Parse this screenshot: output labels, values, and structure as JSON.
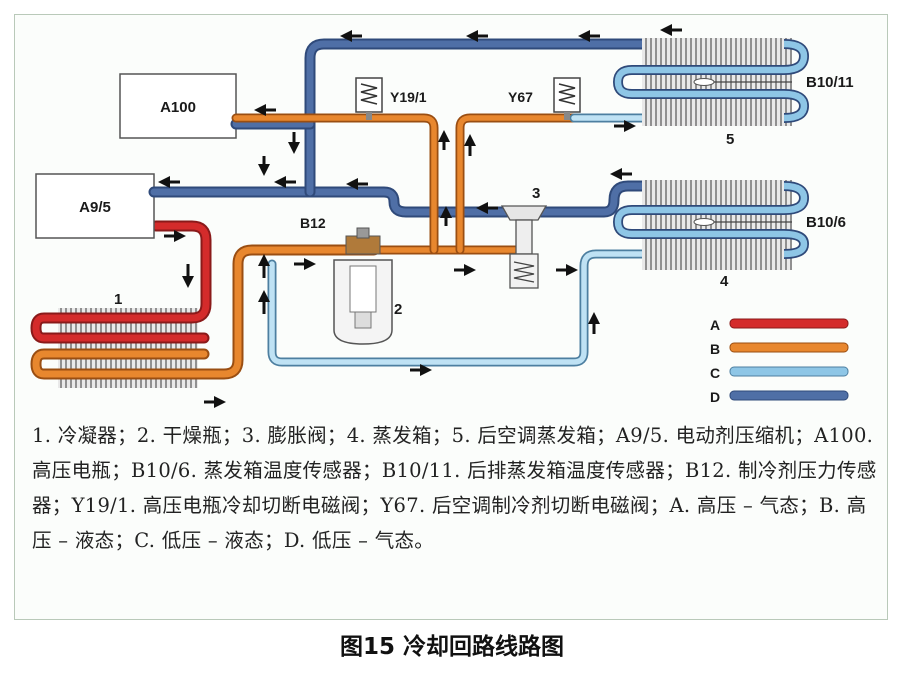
{
  "components": {
    "a100": "A100",
    "a9_5": "A9/5",
    "y19_1": "Y19/1",
    "y67": "Y67",
    "b12": "B12",
    "b10_11": "B10/11",
    "b10_6": "B10/6",
    "num_1": "1",
    "num_2": "2",
    "num_3": "3",
    "num_4": "4",
    "num_5": "5"
  },
  "legend": [
    {
      "key": "A",
      "color": "#d42b2b"
    },
    {
      "key": "B",
      "color": "#e8872e"
    },
    {
      "key": "C",
      "color": "#8ec6e6"
    },
    {
      "key": "D",
      "color": "#4f6fa6"
    }
  ],
  "colors": {
    "high_gas": "#d42b2b",
    "high_liquid": "#e8872e",
    "low_liquid": "#8ec6e6",
    "low_gas": "#4f6fa6",
    "fins": "#7a7a7a"
  },
  "caption": "1. 冷凝器；2. 干燥瓶；3. 膨胀阀；4. 蒸发箱；5. 后空调蒸发箱；A9/5. 电动剂压缩机；A100. 高压电瓶；B10/6. 蒸发箱温度传感器；B10/11. 后排蒸发箱温度传感器；B12. 制冷剂压力传感器；Y19/1. 高压电瓶冷却切断电磁阀；Y67. 后空调制冷剂切断电磁阀；A. 高压 – 气态；B. 高压 – 液态；C. 低压 – 液态；D. 低压 – 气态。",
  "figure_title": "图15 冷却回路线路图"
}
